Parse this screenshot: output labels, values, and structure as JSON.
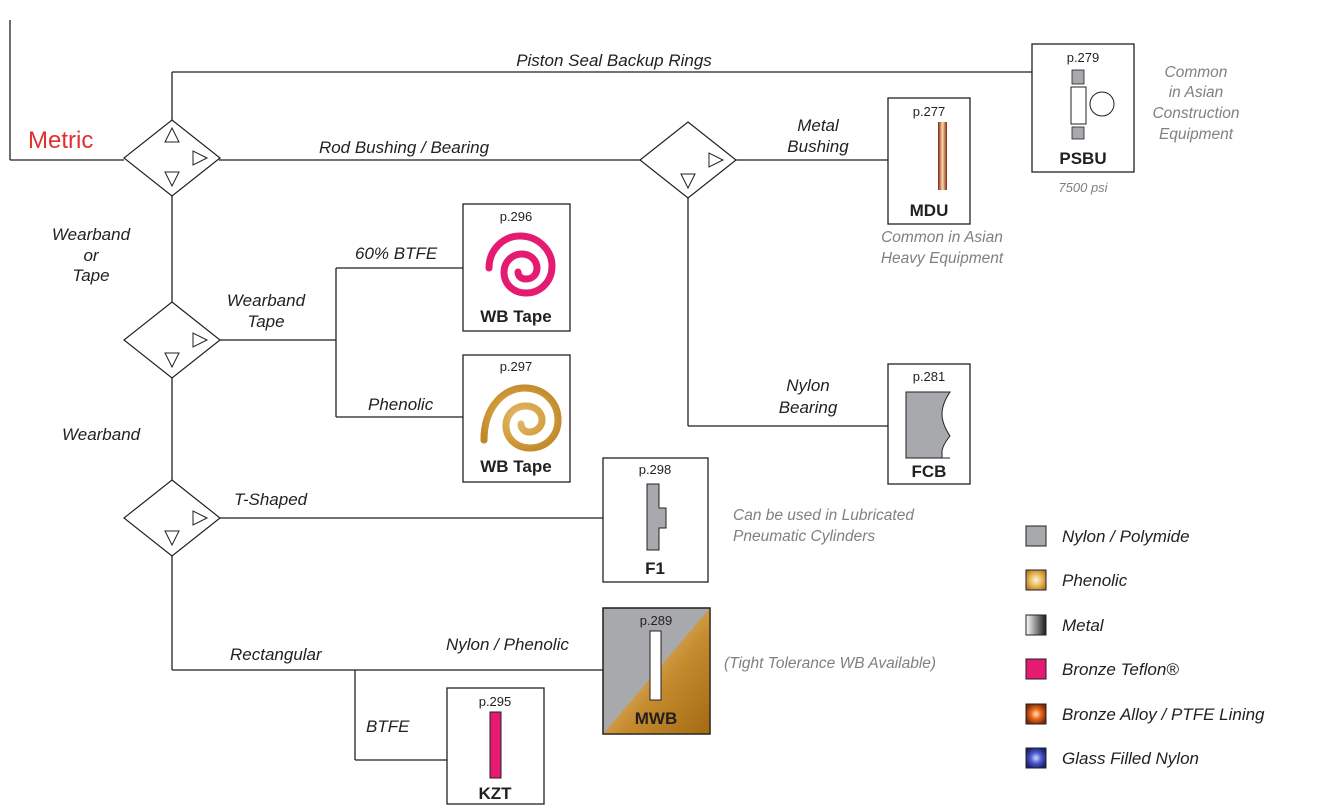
{
  "root_label": "Metric",
  "branches": {
    "piston_seal_backup": "Piston Seal Backup Rings",
    "rod_bushing": "Rod Bushing / Bearing",
    "metal_bushing": "Metal\nBushing",
    "metal_bushing_l1": "Metal",
    "metal_bushing_l2": "Bushing",
    "nylon_bearing_l1": "Nylon",
    "nylon_bearing_l2": "Bearing",
    "wearband_or_tape_l1": "Wearband",
    "wearband_or_tape_l2": "or",
    "wearband_or_tape_l3": "Tape",
    "wearband_tape_l1": "Wearband",
    "wearband_tape_l2": "Tape",
    "btfe60": "60% BTFE",
    "phenolic": "Phenolic",
    "wearband": "Wearband",
    "t_shaped": "T-Shaped",
    "rectangular": "Rectangular",
    "nylon_phenolic": "Nylon / Phenolic",
    "btfe": "BTFE"
  },
  "products": {
    "psbu": {
      "page": "p.279",
      "code": "PSBU"
    },
    "mdu": {
      "page": "p.277",
      "code": "MDU"
    },
    "fcb": {
      "page": "p.281",
      "code": "FCB"
    },
    "wb_tape_btfe": {
      "page": "p.296",
      "code": "WB Tape"
    },
    "wb_tape_phenolic": {
      "page": "p.297",
      "code": "WB Tape"
    },
    "f1": {
      "page": "p.298",
      "code": "F1"
    },
    "mwb": {
      "page": "p.289",
      "code": "MWB"
    },
    "kzt": {
      "page": "p.295",
      "code": "KZT"
    }
  },
  "notes": {
    "psbu_l1": "Common",
    "psbu_l2": "in Asian",
    "psbu_l3": "Construction",
    "psbu_l4": "Equipment",
    "psbu_psi": "7500 psi",
    "mdu_l1": "Common in Asian",
    "mdu_l2": "Heavy Equipment",
    "f1_l1": "Can be used in Lubricated",
    "f1_l2": "Pneumatic Cylinders",
    "mwb": "(Tight Tolerance WB Available)"
  },
  "legend": [
    {
      "label": "Nylon / Polymide",
      "color": "#a7a9ac"
    },
    {
      "label": "Phenolic",
      "color": "#d9a441"
    },
    {
      "label": "Metal",
      "color": "#9a9a9a"
    },
    {
      "label": "Bronze Teflon®",
      "color": "#e51b72"
    },
    {
      "label": "Bronze Alloy / PTFE Lining",
      "color": "#d2541c"
    },
    {
      "label": "Glass Filled Nylon",
      "color": "#3040a0"
    }
  ]
}
